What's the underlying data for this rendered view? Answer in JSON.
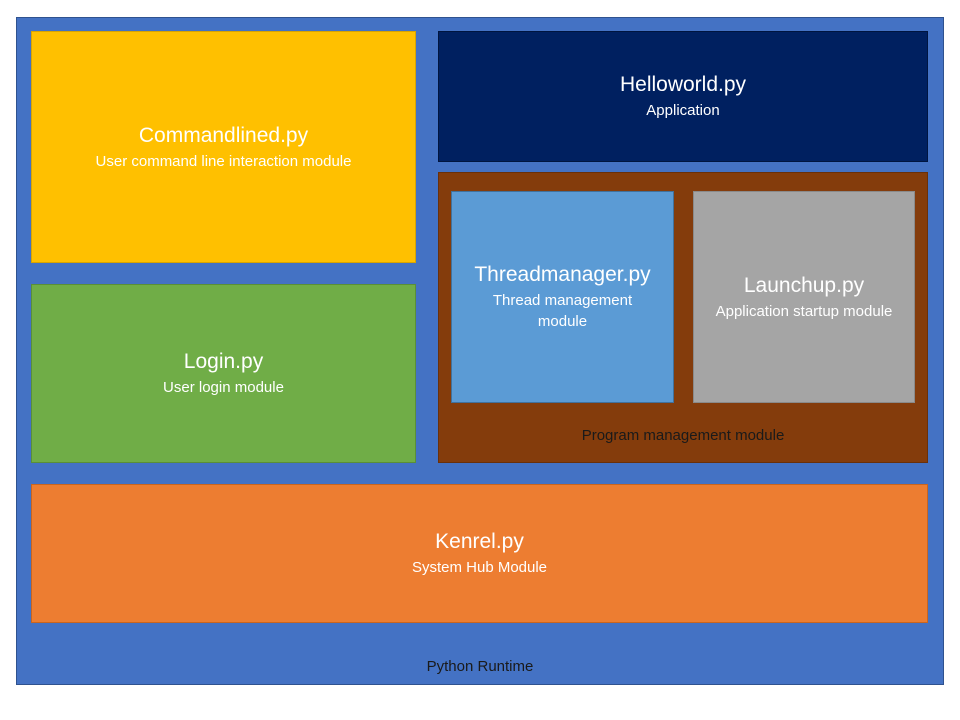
{
  "runtime": {
    "label": "Python Runtime",
    "color": "#4472c4"
  },
  "commandlined": {
    "title": "Commandlined.py",
    "subtitle": "User command line interaction module",
    "color": "#ffc000"
  },
  "login": {
    "title": "Login.py",
    "subtitle": "User login module",
    "color": "#70ad47"
  },
  "helloworld": {
    "title": "Helloworld.py",
    "subtitle": "Application",
    "color": "#002060"
  },
  "program_management": {
    "label": "Program management module",
    "color": "#843c0c"
  },
  "threadmanager": {
    "title": "Threadmanager.py",
    "subtitle": "Thread management module",
    "color": "#5b9bd5"
  },
  "launchup": {
    "title": "Launchup.py",
    "subtitle": "Application startup module",
    "color": "#a5a5a5"
  },
  "kenrel": {
    "title": "Kenrel.py",
    "subtitle": "System Hub Module",
    "color": "#ed7d31"
  }
}
